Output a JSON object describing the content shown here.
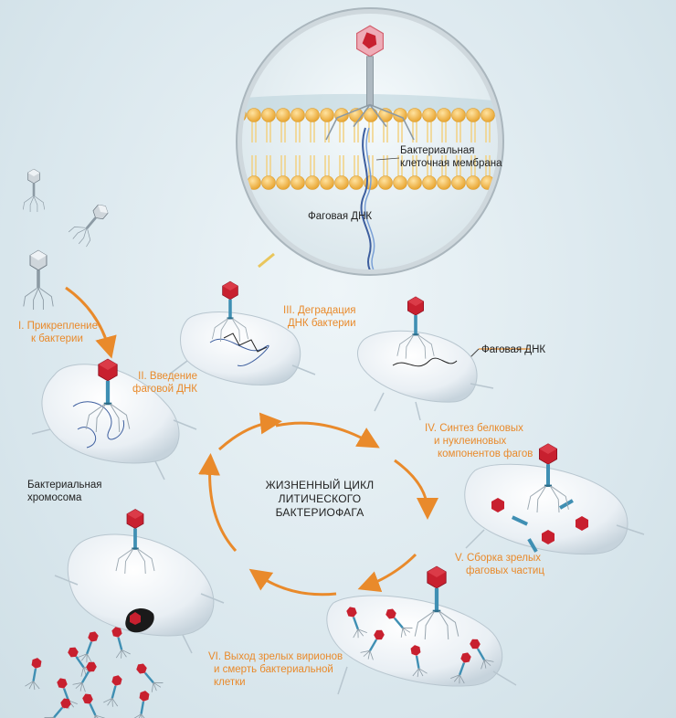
{
  "title_lines": [
    "ЖИЗНЕННЫЙ ЦИКЛ",
    "ЛИТИЧЕСКОГО",
    "БАКТЕРИОФАГА"
  ],
  "stages": {
    "attach": [
      "I. Прикрепление",
      "к бактерии"
    ],
    "inject": [
      "II. Введение",
      "фаговой ДНК"
    ],
    "degrade": [
      "III. Деградация",
      "ДНК бактерии"
    ],
    "synth": [
      "IV. Синтез белковых",
      "и нуклеиновых",
      "компонентов фагов"
    ],
    "assembly": [
      "V. Сборка зрелых",
      "фаговых частиц"
    ],
    "release": [
      "VI. Выход зрелых вирионов",
      "и смерть бактериальной",
      "клетки"
    ]
  },
  "labels": {
    "membrane": [
      "Бактериальная",
      "клеточная мембрана"
    ],
    "phage_dna_inset": "Фаговая ДНК",
    "phage_dna": "Фаговая ДНК",
    "chromosome": [
      "Бактериальная",
      "хромосома"
    ]
  },
  "colors": {
    "accent": "#e98a2b",
    "capsid": "#c8202f",
    "tail": "#3f8fb3",
    "cell": "#f3f6f9",
    "lipid_head": "#f2b441"
  }
}
